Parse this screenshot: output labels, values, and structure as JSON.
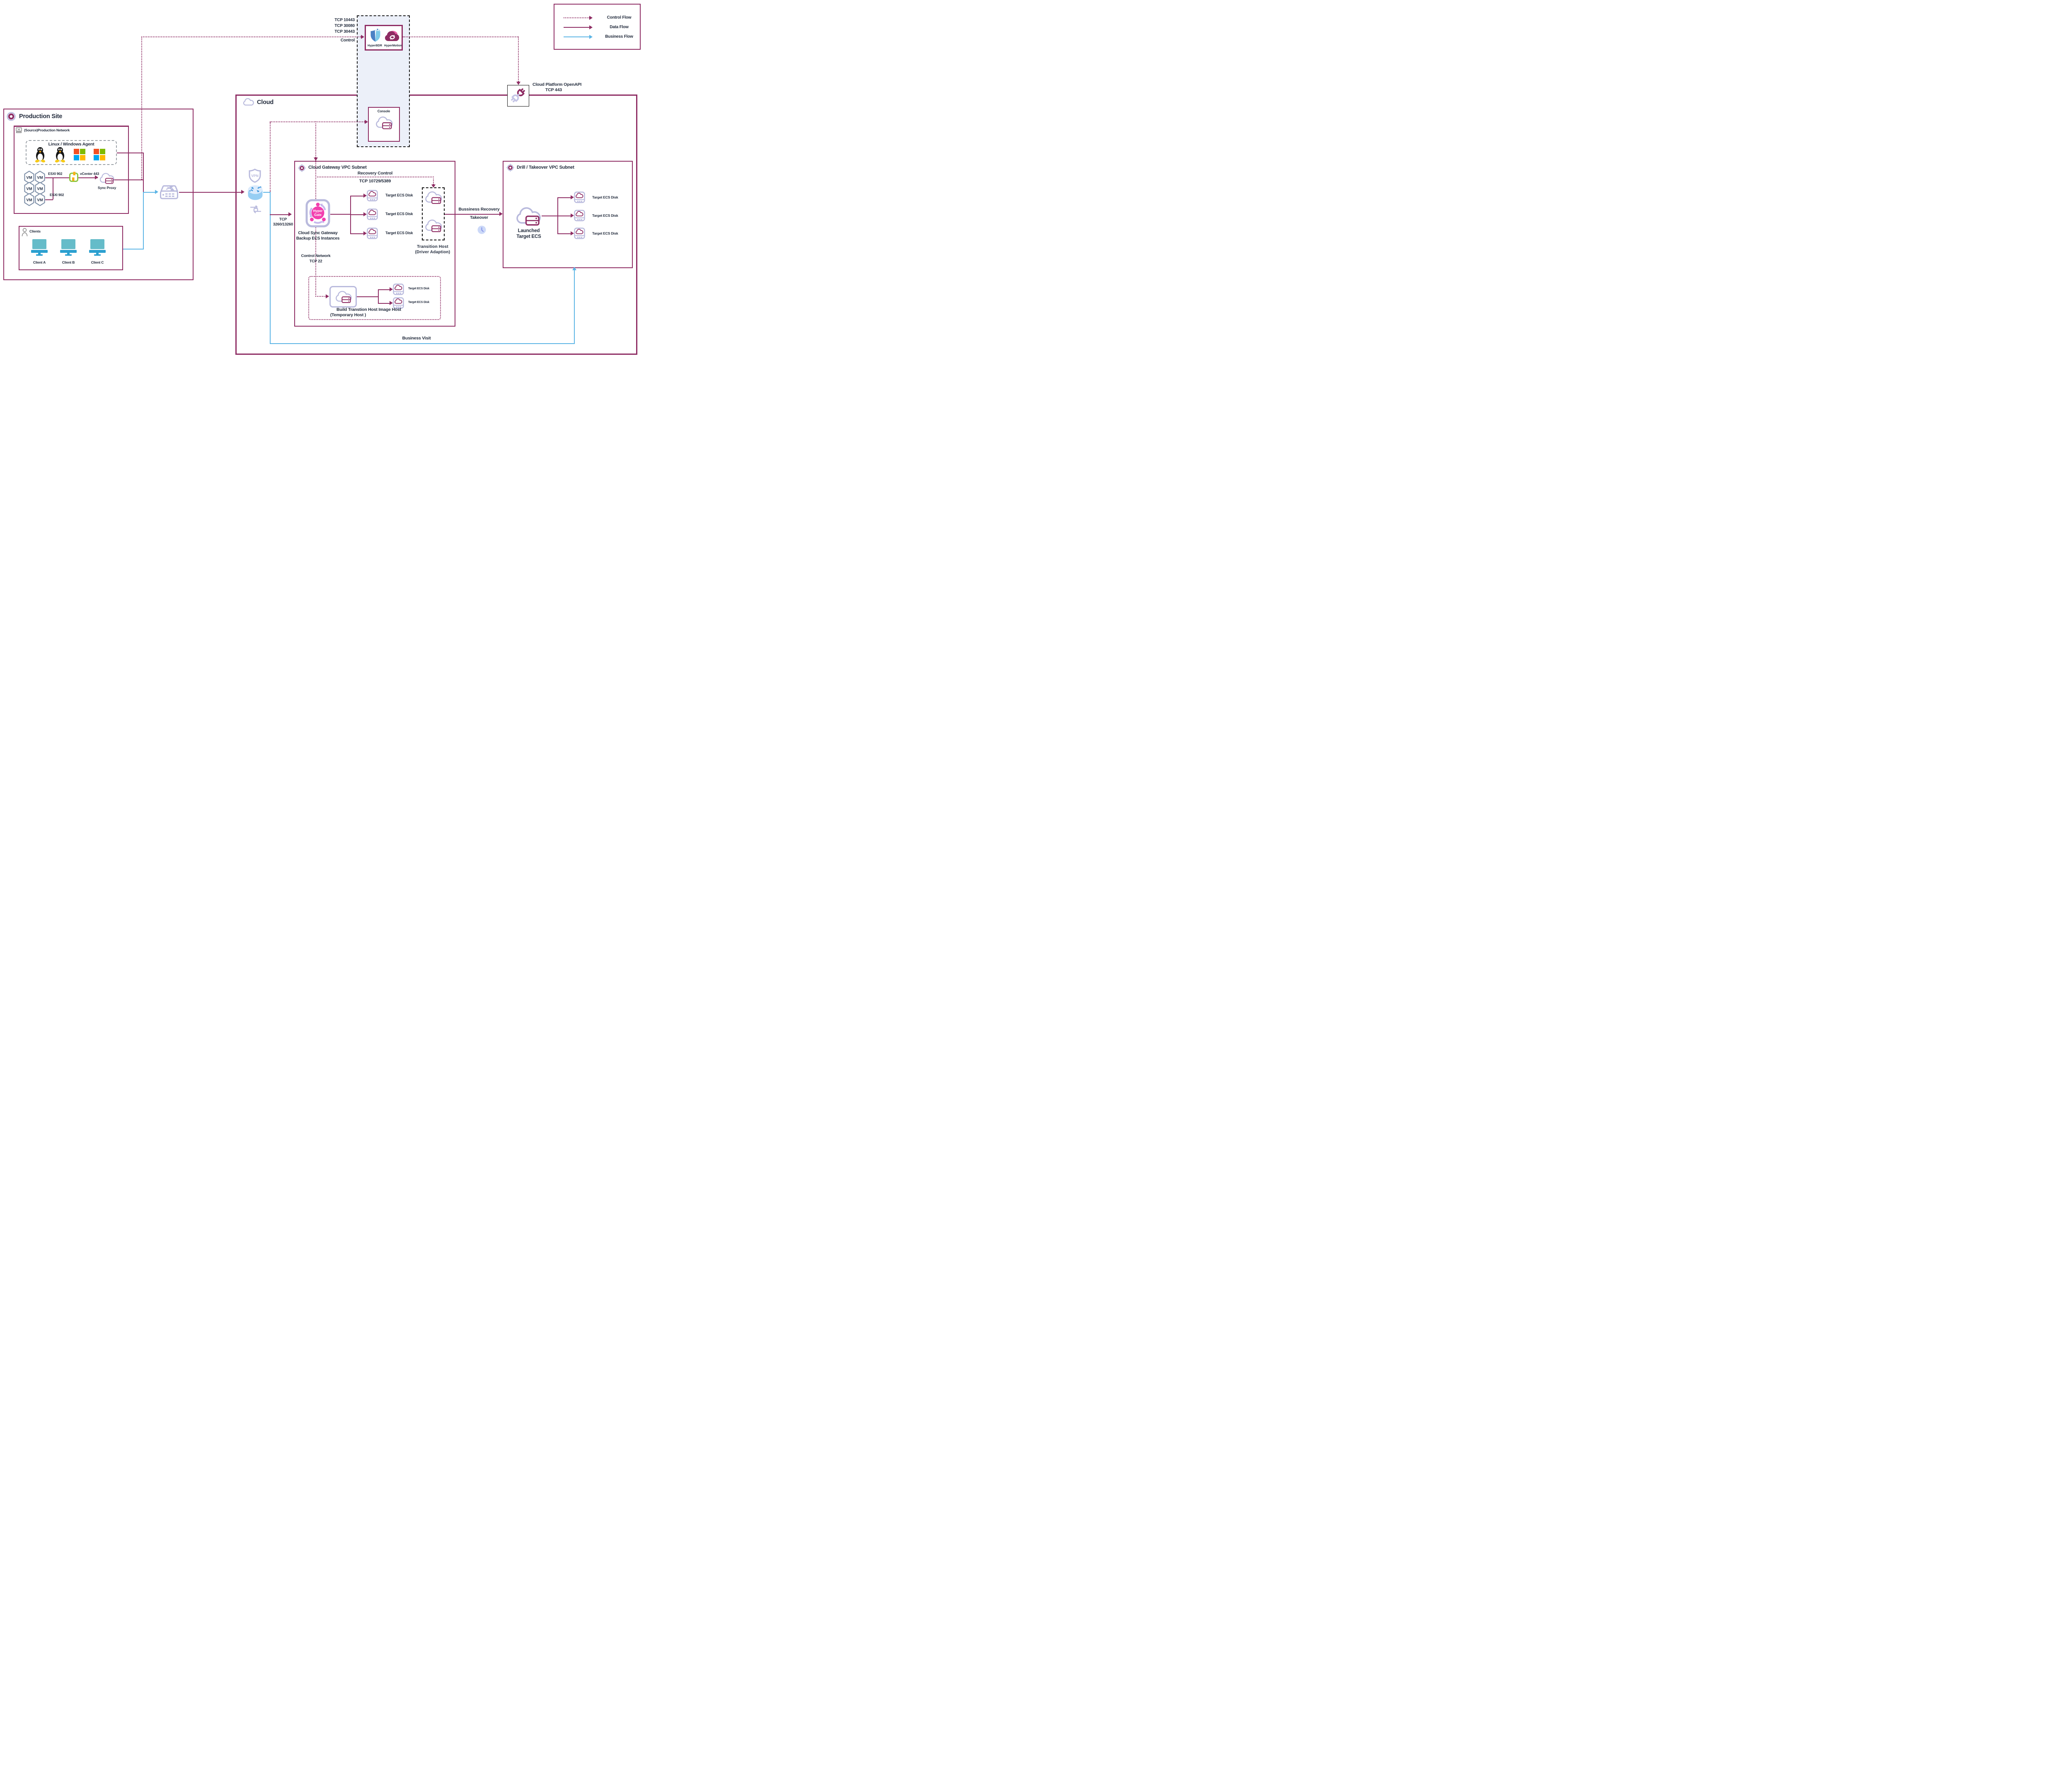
{
  "colors": {
    "flow_magenta": "#8e2c63",
    "flow_blue": "#5bb4e5",
    "icon_lavender": "#b9badd",
    "hypergate_pink": "#f23fae",
    "text_dark": "#232c3d",
    "saas_strip_bg": "#ecf0f9"
  },
  "legend": {
    "items": [
      {
        "label": "Control Flow",
        "style": "dotted-magenta"
      },
      {
        "label": "Data Flow",
        "style": "solid-magenta"
      },
      {
        "label": "Business Flow",
        "style": "solid-blue"
      }
    ]
  },
  "saas": {
    "ports": [
      "TCP 10443",
      "TCP 30080",
      "TCP 30443"
    ],
    "control_label": "Control",
    "products": [
      "HyperBDR",
      "HyperMotion"
    ],
    "console_label": "Console"
  },
  "openapi": {
    "title": "Cloud Platform OpenAPI",
    "port": "TCP 443"
  },
  "production": {
    "title": "Production Site",
    "network_label": "(Source)Production Network",
    "agent_label": "Linux / Windows Agent",
    "vm_label": "VM",
    "esxi_top": "ESXI 902",
    "esxi_bottom": "ESXI 902",
    "vcenter_label": "vCenter 443",
    "sync_proxy_label": "Sync Proxy",
    "clients": {
      "title": "Clients",
      "items": [
        "Client A",
        "Client B",
        "Client C"
      ]
    }
  },
  "network": {
    "vpn_label": "VPN"
  },
  "cloud": {
    "label": "Cloud",
    "ingress_port_line1": "TCP",
    "ingress_port_line2": "3260/13260",
    "business_visit_label": "Business Visit"
  },
  "gateway": {
    "title": "Cloud Gateway VPC Subnet",
    "recovery_control_line1": "Recovery Control",
    "recovery_control_line2": "TCP 10729/5389",
    "hypergate_line1": "Hyper",
    "hypergate_line2": "Gate",
    "instances_line1": "Cloud Sync Gateway",
    "instances_line2": "Backup ECS Instances",
    "disks": [
      "Target ECS Disk",
      "Target ECS Disk",
      "Target ECS Disk"
    ],
    "transition_line1": "Transition Host",
    "transition_line2": "(Driver Adaption)",
    "control_network_line1": "Control Network",
    "control_network_line2": "TCP 22",
    "build": {
      "line1": "Build Transtion Host Image Host",
      "line2": "(Temporary  Host )",
      "disks": [
        "Target ECS Disk",
        "Target ECS Disk"
      ]
    }
  },
  "takeover": {
    "line1": "Bussiness Recovery",
    "line2": "Takeover"
  },
  "drill": {
    "title": "Drill / Takeover VPC Subnet",
    "launched_line1": "Launched",
    "launched_line2": "Target ECS",
    "disks": [
      "Target ECS Disk",
      "Target ECS Disk",
      "Target ECS Disk"
    ]
  }
}
